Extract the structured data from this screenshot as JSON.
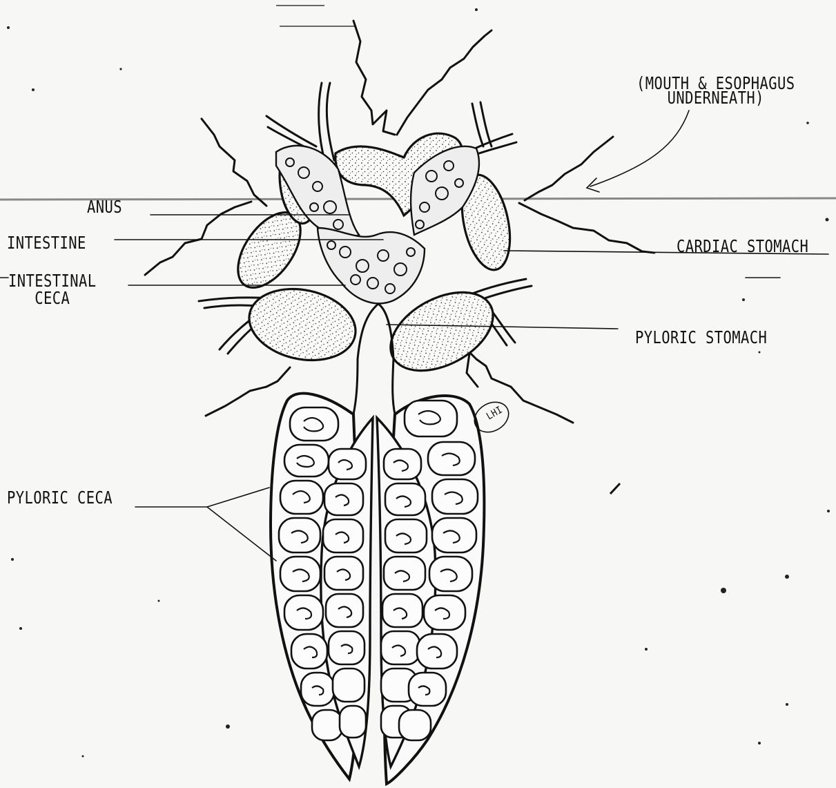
{
  "labels": {
    "anus": "ANUS",
    "intestine": "INTESTINE",
    "intestinal_ceca_line1": "INTESTINAL",
    "intestinal_ceca_line2": "CECA",
    "pyloric_ceca": "PYLORIC CECA",
    "mouth_line1": "(MOUTH & ESOPHAGUS",
    "mouth_line2": "UNDERNEATH)",
    "cardiac_stomach": "CARDIAC STOMACH",
    "pyloric_stomach": "PYLORIC STOMACH",
    "signature": "LHI"
  }
}
